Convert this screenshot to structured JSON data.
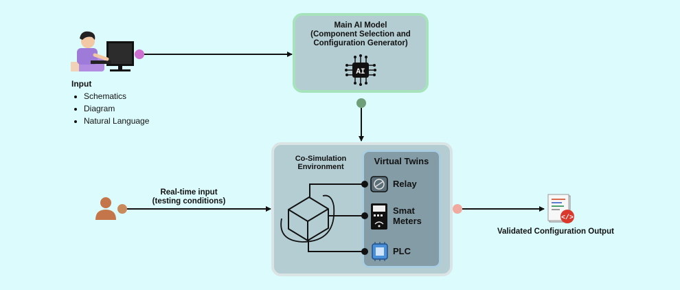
{
  "main_model": {
    "title_lines": [
      "Main AI Model",
      "(Component Selection and",
      "Configuration Generator)"
    ],
    "icon": "ai-chip-icon",
    "chip_text": "AI"
  },
  "input": {
    "title": "Input",
    "items": [
      "Schematics",
      "Diagram",
      "Natural Language"
    ],
    "icon": "person-at-computer-icon"
  },
  "cosim": {
    "title_lines": [
      "Co-Simulation",
      "Environment"
    ],
    "icon": "cube-icon"
  },
  "virtual_twins": {
    "title": "Virtual Twins",
    "items": [
      {
        "label": "Relay",
        "icon": "relay-icon"
      },
      {
        "label": "Smat\nMeters",
        "label_lines": [
          "Smat",
          "Meters"
        ],
        "icon": "smart-meter-icon"
      },
      {
        "label": "PLC",
        "icon": "plc-icon"
      }
    ]
  },
  "realtime": {
    "title_lines": [
      "Real-time input",
      "(testing conditions)"
    ],
    "icon": "user-icon"
  },
  "output": {
    "title": "Validated Configuration Output",
    "icon": "code-document-icon"
  },
  "colors": {
    "background": "#dcfbfc",
    "box_fill": "#b3cdd2",
    "main_border": "#a6e3bd",
    "vt_fill": "#839ca6",
    "input_dot": "#cc6fd0",
    "model_dot": "#6f9f78",
    "realtime_dot": "#c98a5c",
    "output_dot": "#f0aaa0"
  }
}
